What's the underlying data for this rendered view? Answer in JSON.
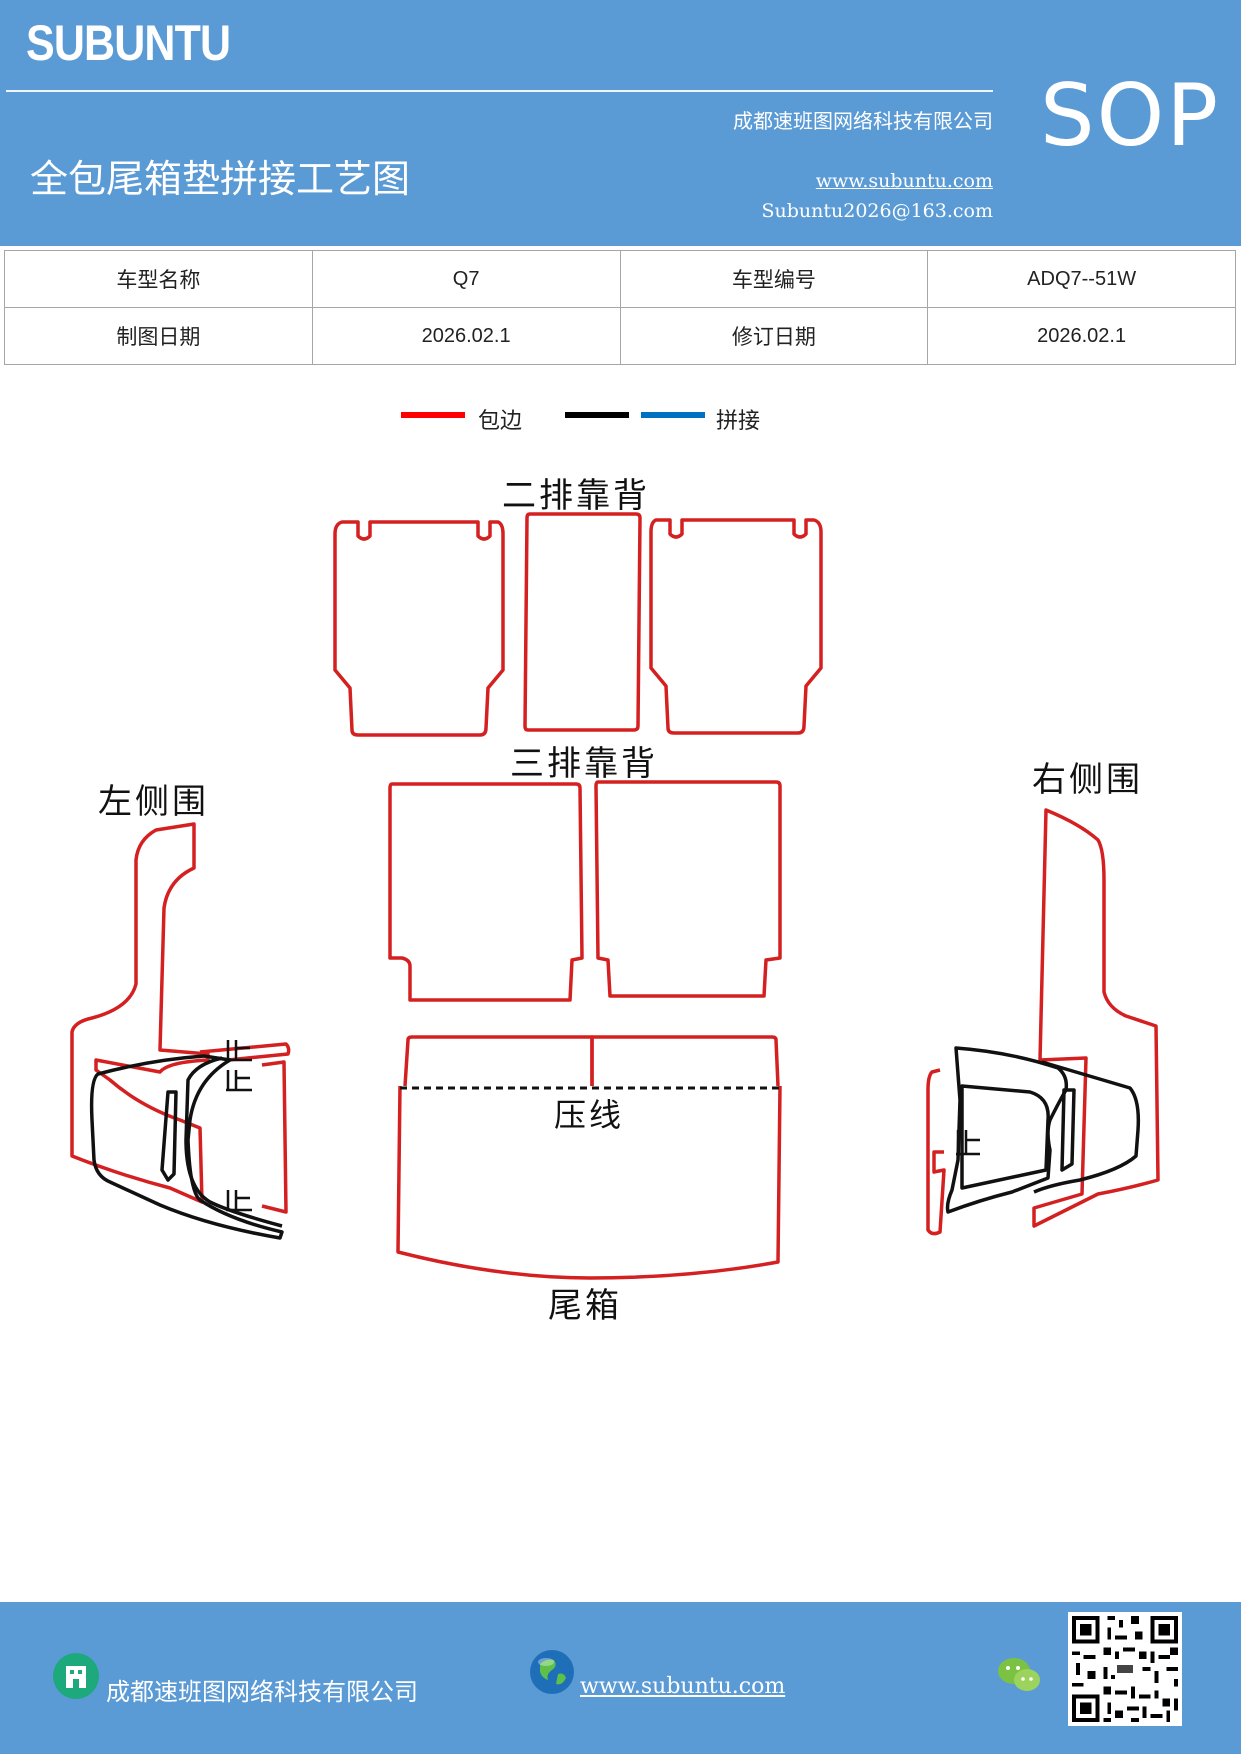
{
  "header": {
    "brand": "SUBUNTU",
    "company": "成都速班图网络科技有限公司",
    "title": "全包尾箱垫拼接工艺图",
    "website": "www.subuntu.com",
    "email": "Subuntu2026@163.com",
    "badge": "SOP"
  },
  "info_table": {
    "row1": {
      "label1": "车型名称",
      "value1": "Q7",
      "label2": "车型编号",
      "value2": "ADQ7--51W"
    },
    "row2": {
      "label1": "制图日期",
      "value1": "2026.02.1",
      "label2": "修订日期",
      "value2": "2026.02.1"
    }
  },
  "legend": {
    "items": [
      {
        "label": "包边",
        "color": "#ff0000"
      },
      {
        "label": "",
        "color": "#000000"
      },
      {
        "label": "拼接",
        "color": "#0070c0"
      }
    ]
  },
  "diagram": {
    "labels": {
      "second_row_back": "二排靠背",
      "third_row_back": "三排靠背",
      "left_side": "左侧围",
      "right_side": "右侧围",
      "press_line": "压线",
      "trunk": "尾箱"
    },
    "colors": {
      "edge": "#d42020",
      "seam": "#000000"
    }
  },
  "footer": {
    "company": "成都速班图网络科技有限公司",
    "website": "www.subuntu.com",
    "icons": [
      "building-icon",
      "globe-icon",
      "wechat-icon",
      "qr-code"
    ]
  }
}
